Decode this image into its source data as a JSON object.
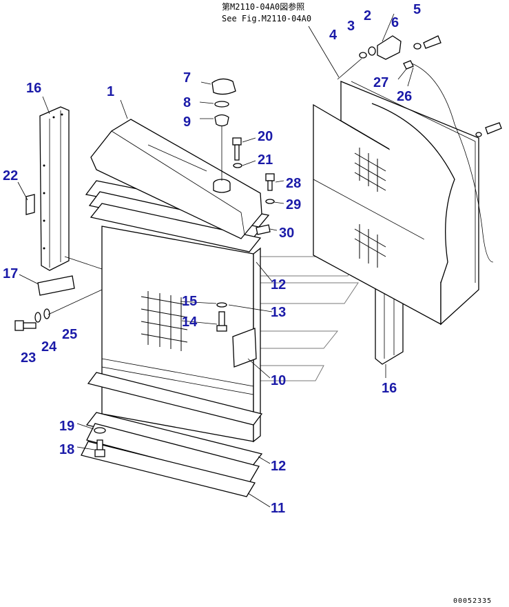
{
  "reference": {
    "jp": "第M2110-04A0図参照",
    "en": "See Fig.M2110-04A0"
  },
  "callouts": [
    {
      "id": "c1",
      "text": "1"
    },
    {
      "id": "c2",
      "text": "2"
    },
    {
      "id": "c3",
      "text": "3"
    },
    {
      "id": "c4",
      "text": "4"
    },
    {
      "id": "c5",
      "text": "5"
    },
    {
      "id": "c6",
      "text": "6"
    },
    {
      "id": "c7",
      "text": "7"
    },
    {
      "id": "c8",
      "text": "8"
    },
    {
      "id": "c9",
      "text": "9"
    },
    {
      "id": "c10",
      "text": "10"
    },
    {
      "id": "c11",
      "text": "11"
    },
    {
      "id": "c12a",
      "text": "12"
    },
    {
      "id": "c12b",
      "text": "12"
    },
    {
      "id": "c13",
      "text": "13"
    },
    {
      "id": "c14",
      "text": "14"
    },
    {
      "id": "c15",
      "text": "15"
    },
    {
      "id": "c16a",
      "text": "16"
    },
    {
      "id": "c16b",
      "text": "16"
    },
    {
      "id": "c17",
      "text": "17"
    },
    {
      "id": "c18",
      "text": "18"
    },
    {
      "id": "c19",
      "text": "19"
    },
    {
      "id": "c20",
      "text": "20"
    },
    {
      "id": "c21",
      "text": "21"
    },
    {
      "id": "c22",
      "text": "22"
    },
    {
      "id": "c23",
      "text": "23"
    },
    {
      "id": "c24",
      "text": "24"
    },
    {
      "id": "c25",
      "text": "25"
    },
    {
      "id": "c26",
      "text": "26"
    },
    {
      "id": "c27",
      "text": "27"
    },
    {
      "id": "c28",
      "text": "28"
    },
    {
      "id": "c29",
      "text": "29"
    },
    {
      "id": "c30",
      "text": "30"
    }
  ],
  "drawing_code": "00052335",
  "colors": {
    "callout": "#1a1aa8",
    "line": "#000000",
    "watermark": "#777777"
  }
}
